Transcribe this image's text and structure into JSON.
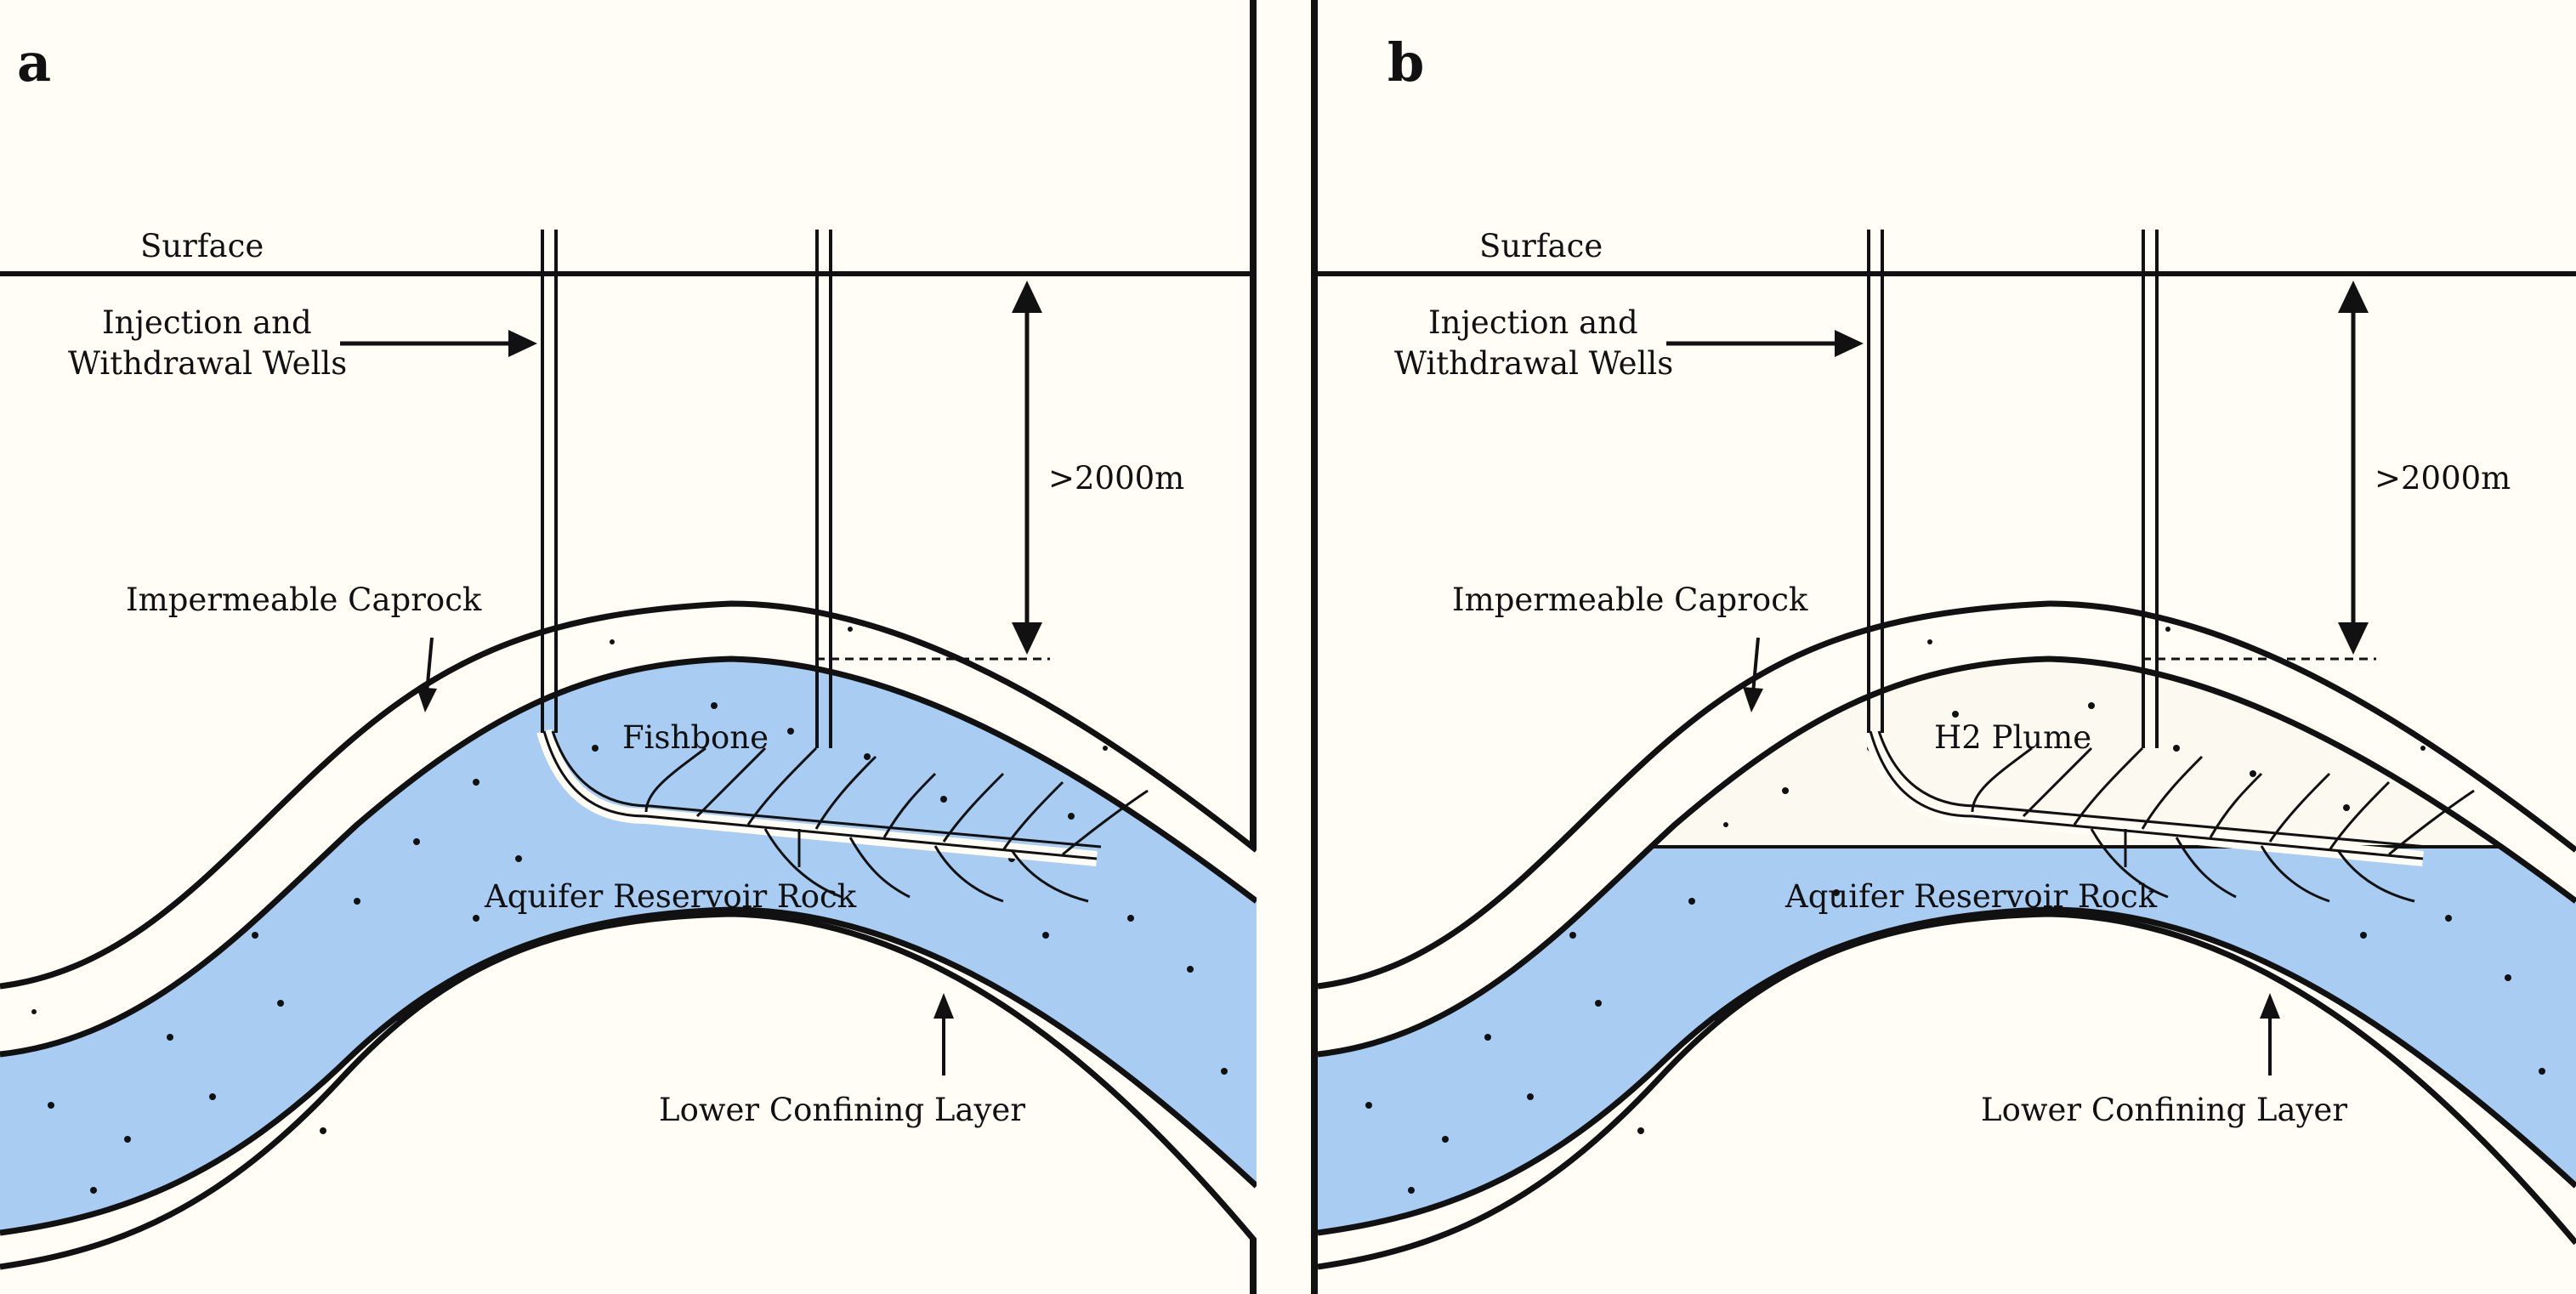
{
  "panels": [
    {
      "letter": "a",
      "surface": "Surface",
      "wells_line1": "Injection and",
      "wells_line2": "Withdrawal Wells",
      "depth": ">2000m",
      "caprock": "Impermeable Caprock",
      "feature": "Fishbone",
      "aquifer": "Aquifer Reservoir Rock",
      "lower": "Lower Confining Layer"
    },
    {
      "letter": "b",
      "surface": "Surface",
      "wells_line1": "Injection and",
      "wells_line2": "Withdrawal Wells",
      "depth": ">2000m",
      "caprock": "Impermeable Caprock",
      "feature": "H2 Plume",
      "aquifer": "Aquifer Reservoir Rock",
      "lower": "Lower Confining Layer"
    }
  ],
  "colors": {
    "background": "#fffdf6",
    "aquifer": "#a9cdf2",
    "plume": "#fbf9f0",
    "line": "#111111"
  }
}
